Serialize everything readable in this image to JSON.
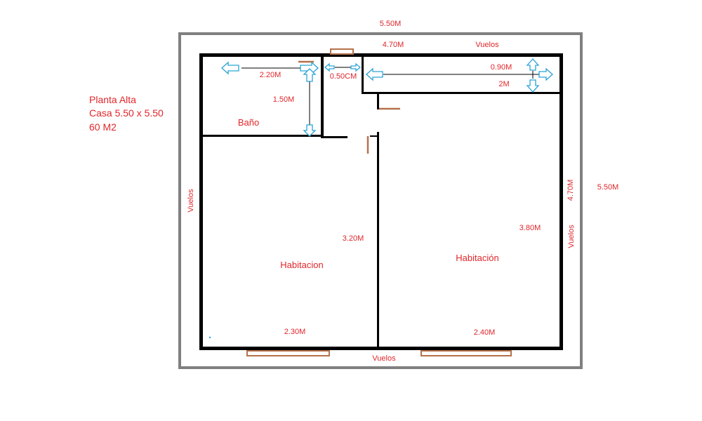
{
  "info": {
    "line1": "Planta Alta",
    "line2": "Casa 5.50 x 5.50",
    "line3": "60 M2"
  },
  "dimensions": {
    "outer_top": "5.50M",
    "outer_right": "5.50M",
    "top_inner": "4.70M",
    "right_inner": "4.70M",
    "bath_width": "2.20M",
    "bath_depth": "1.50M",
    "hall": "0.50CM",
    "closet_depth": "0.90M",
    "closet_width": "2M",
    "left_room_depth": "3.20M",
    "right_room_depth": "3.80M",
    "left_room_width": "2.30M",
    "right_room_width": "2.40M"
  },
  "rooms": {
    "bath": "Baño",
    "room_left": "Habitacion",
    "room_right": "Habitación"
  },
  "eaves": {
    "top": "Vuelos",
    "left": "Vuelos",
    "right": "Vuelos",
    "bottom": "Vuelos"
  },
  "colors": {
    "label": "#e0262b",
    "wall": "#000000",
    "frame": "#808080",
    "window": "#b5714a",
    "arrow": "#2ba3d7"
  }
}
